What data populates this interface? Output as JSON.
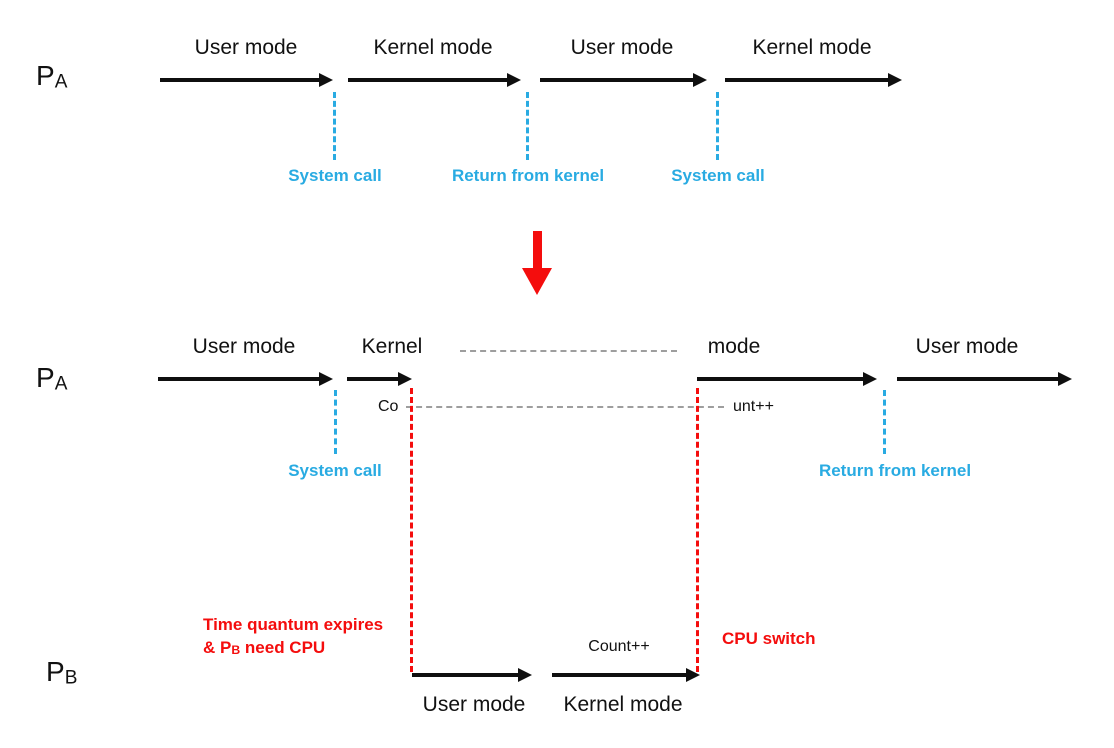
{
  "colors": {
    "black": "#0f0f0f",
    "blue": "#29abe2",
    "red": "#f40d0d",
    "gray": "#9e9e9e"
  },
  "before": {
    "process": {
      "name": "P",
      "subscript": "A"
    },
    "segments": [
      {
        "label": "User mode"
      },
      {
        "label": "Kernel mode"
      },
      {
        "label": "User mode"
      },
      {
        "label": "Kernel mode"
      }
    ],
    "events": [
      {
        "label": "System call"
      },
      {
        "label": "Return from kernel"
      },
      {
        "label": "System call"
      }
    ]
  },
  "after": {
    "process_a": {
      "name": "P",
      "subscript": "A",
      "segments": [
        {
          "label": "User mode"
        },
        {
          "label": "Kernel"
        },
        {
          "label": "mode"
        },
        {
          "label": "User mode"
        }
      ],
      "events": [
        {
          "label": "System call"
        },
        {
          "label": "Return from kernel"
        }
      ],
      "count_label_split": {
        "left": "Co",
        "right": "unt++"
      }
    },
    "process_b": {
      "name": "P",
      "subscript": "B",
      "segments": [
        {
          "label": "User mode"
        },
        {
          "label": "Kernel mode"
        }
      ],
      "count_label": "Count++"
    },
    "annotations": {
      "time_quantum_line1": "Time quantum expires",
      "time_quantum_line2_prefix": "& P",
      "time_quantum_line2_sub": "B",
      "time_quantum_line2_suffix": " need CPU",
      "cpu_switch": "CPU switch"
    }
  }
}
